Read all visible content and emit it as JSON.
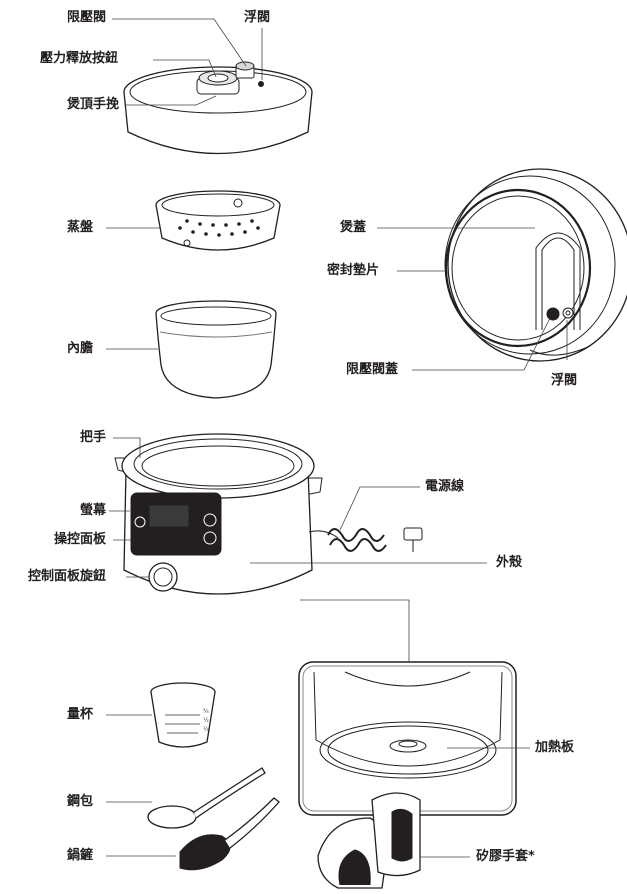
{
  "labels": {
    "pressure_limit_valve": "限壓閥",
    "float_valve_top": "浮閥",
    "pressure_release_button": "壓力釋放按鈕",
    "lid_handle": "煲頂手挽",
    "steam_tray": "蒸盤",
    "lid": "煲蓋",
    "sealing_ring": "密封墊片",
    "inner_pot": "內膽",
    "pressure_limit_valve_cover": "限壓閥蓋",
    "float_valve_side": "浮閥",
    "handle": "把手",
    "power_cord": "電源線",
    "display": "螢幕",
    "control_panel": "操控面板",
    "housing": "外殼",
    "control_panel_knob": "控制面板旋鈕",
    "heating_plate": "加熱板",
    "measuring_cup": "量杯",
    "soup_ladle": "鋼包",
    "rice_spatula": "鍋鏟",
    "silicone_gloves": "矽膠手套*"
  },
  "measuring_cup_marks": [
    "¾",
    "½",
    "¼"
  ]
}
